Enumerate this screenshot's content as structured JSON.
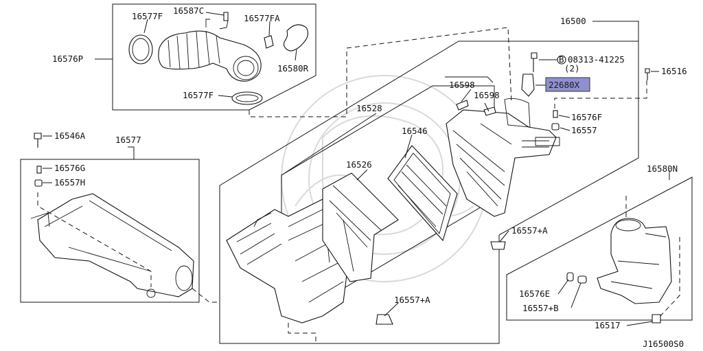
{
  "labels": {
    "p16577F_top": "16577F",
    "p16587C": "16587C",
    "p16577FA": "16577FA",
    "p16576P": "16576P",
    "p16580R": "16580R",
    "p16577F_bot": "16577F",
    "p16500": "16500",
    "p08313_41225": "08313-41225",
    "p08313_qty": "(2)",
    "p16516": "16516",
    "p22680X": "22680X",
    "p16598_a": "16598",
    "p16598_b": "16598",
    "p16528": "16528",
    "p16576F": "16576F",
    "p16557": "16557",
    "p16546A": "16546A",
    "p16577": "16577",
    "p16546": "16546",
    "p16526": "16526",
    "p16576G": "16576G",
    "p16557H": "16557H",
    "p16580N": "16580N",
    "p16557A_r": "16557+A",
    "p16576E": "16576E",
    "p16557B": "16557+B",
    "p16557A_b": "16557+A",
    "p16517": "16517",
    "diagram_id": "J16500S0"
  },
  "highlight_color": "#8f8fd2",
  "bolt_marker": "B"
}
